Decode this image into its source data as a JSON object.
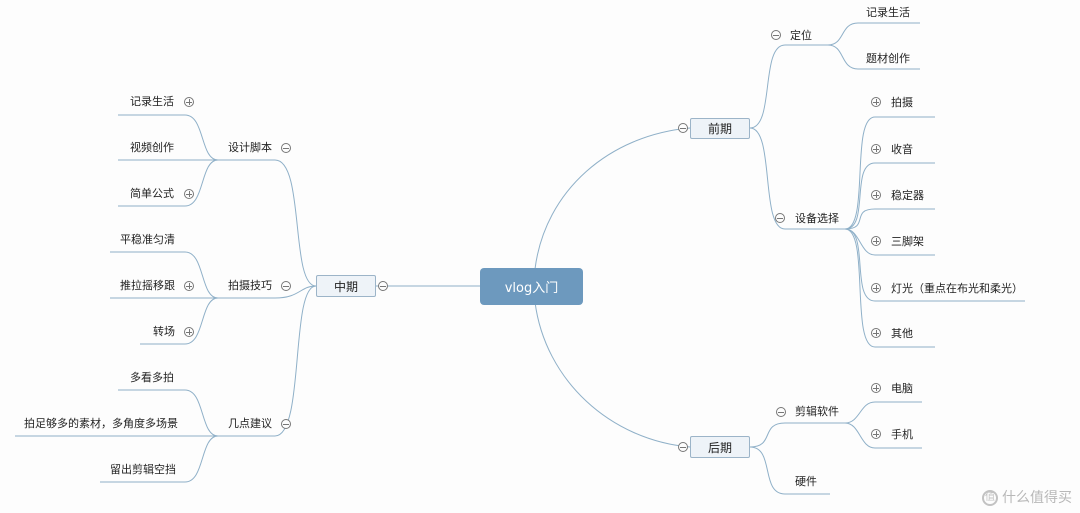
{
  "root": "vlog入门",
  "right": {
    "pre": {
      "label": "前期",
      "positioning": {
        "label": "定位",
        "items": [
          "记录生活",
          "题材创作"
        ]
      },
      "equipment": {
        "label": "设备选择",
        "items": [
          "拍摄",
          "收音",
          "稳定器",
          "三脚架",
          "灯光（重点在布光和柔光）",
          "其他"
        ]
      }
    },
    "post": {
      "label": "后期",
      "software": {
        "label": "剪辑软件",
        "items": [
          "电脑",
          "手机"
        ]
      },
      "hardware": "硬件"
    }
  },
  "left": {
    "mid": {
      "label": "中期",
      "script": {
        "label": "设计脚本",
        "items": [
          "记录生活",
          "视频创作",
          "简单公式"
        ]
      },
      "technique": {
        "label": "拍摄技巧",
        "items": [
          "平稳准匀清",
          "推拉摇移跟",
          "转场"
        ]
      },
      "advice": {
        "label": "几点建议",
        "items": [
          "多看多拍",
          "拍足够多的素材，多角度多场景",
          "留出剪辑空挡"
        ]
      }
    }
  },
  "watermark": "什么值得买",
  "colors": {
    "line": "#8fb0c8",
    "root_bg": "#6d99be",
    "node_bg": "#eef3f8",
    "node_border": "#9cb4c8"
  }
}
